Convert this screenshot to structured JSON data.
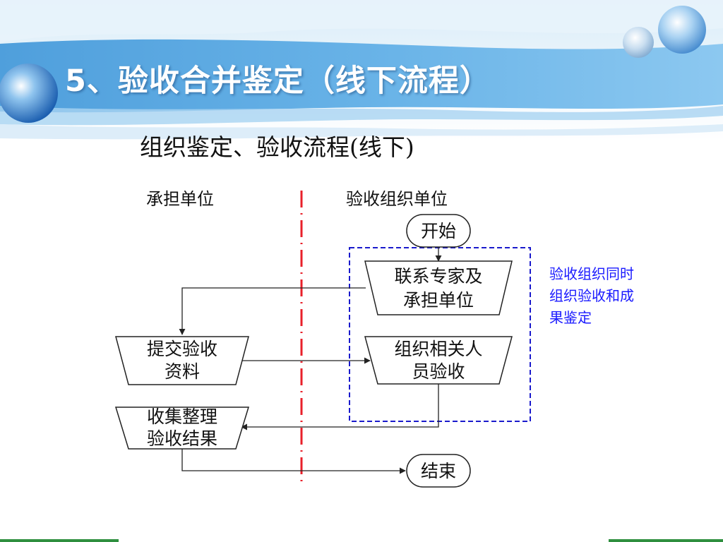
{
  "slide": {
    "title": "5、验收合并鉴定（线下流程）"
  },
  "diagram": {
    "title": "组织鉴定、验收流程(线下)",
    "lanes": {
      "left": "承担单位",
      "right": "验收组织单位"
    },
    "nodes": {
      "start": "开始",
      "contact": [
        "联系专家及",
        "承担单位"
      ],
      "submit": [
        "提交验收",
        "资料"
      ],
      "organize": [
        "组织相关人",
        "员验收"
      ],
      "collect": [
        "收集整理",
        "验收结果"
      ],
      "end": "结束"
    },
    "note": [
      "验收组织同时",
      "组织验收和成",
      "果鉴定"
    ]
  },
  "colors": {
    "banner": "#5aa7e0",
    "lane_divider": "#e8202a",
    "dashed_group": "#1a1acc",
    "note_text": "#1a1aff"
  }
}
